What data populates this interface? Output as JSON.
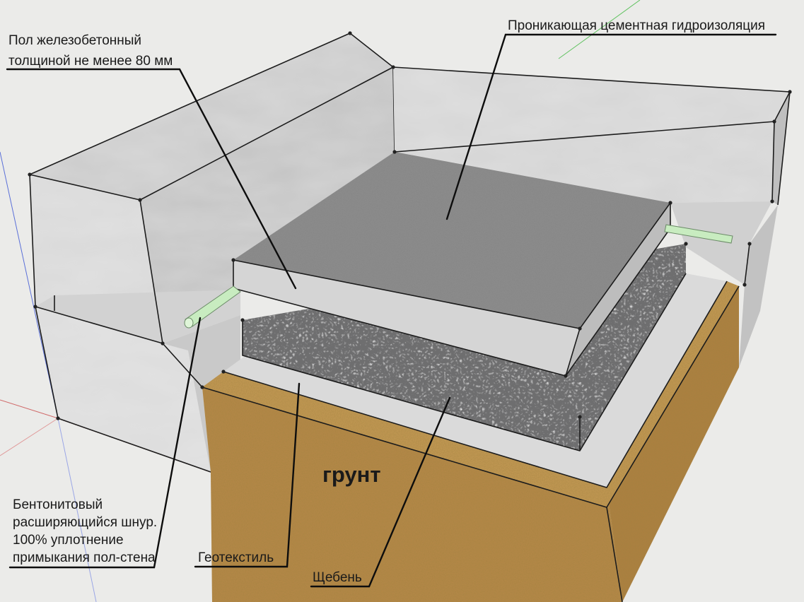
{
  "labels": {
    "floor_line1": "Пол  железобетонный",
    "floor_line2": "толщиной не менее 80 мм",
    "waterproofing": "Проникающая цементная гидроизоляция",
    "bentonite_line1": "Бентонитовый",
    "bentonite_line2": "расширяющийся шнур.",
    "bentonite_line3": "100% уплотнение",
    "bentonite_line4": "примыкания пол-стена",
    "geotextile": "Геотекстиль",
    "gravel": "Щебень",
    "soil": "грунт"
  },
  "colors": {
    "background": "#ebebe9",
    "concrete_light": "#dcdcdc",
    "concrete_mid": "#cfcfcf",
    "concrete_dark": "#bdbdbd",
    "slab_top": "#8e8e8e",
    "gravel": "#6f6f70",
    "geotextile": "#d9d9d9",
    "soil_top": "#c69a52",
    "soil_side": "#b38646",
    "cord": "#c8ecc0"
  }
}
